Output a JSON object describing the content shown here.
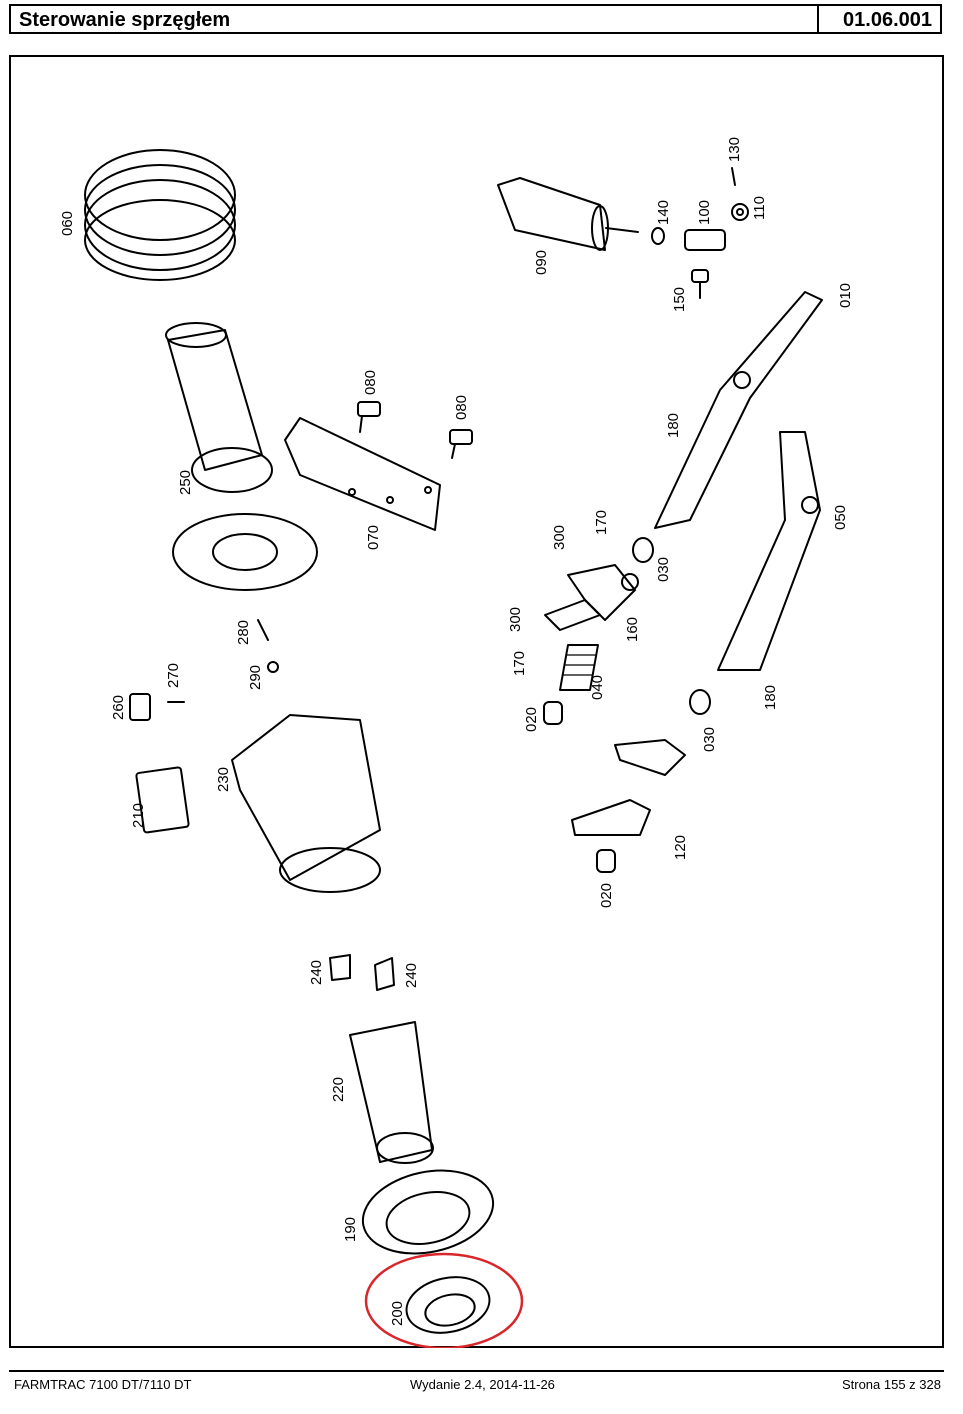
{
  "header": {
    "title": "Sterowanie sprzęgłem",
    "code": "01.06.001"
  },
  "parts": {
    "p010": "010",
    "p020a": "020",
    "p020b": "020",
    "p030a": "030",
    "p030b": "030",
    "p040": "040",
    "p050": "050",
    "p060": "060",
    "p070": "070",
    "p080a": "080",
    "p080b": "080",
    "p090": "090",
    "p100": "100",
    "p110": "110",
    "p120": "120",
    "p130": "130",
    "p140": "140",
    "p150": "150",
    "p160": "160",
    "p170a": "170",
    "p170b": "170",
    "p180a": "180",
    "p180b": "180",
    "p190": "190",
    "p200": "200",
    "p210": "210",
    "p220": "220",
    "p230": "230",
    "p240a": "240",
    "p240b": "240",
    "p250": "250",
    "p260": "260",
    "p270": "270",
    "p280": "280",
    "p290": "290",
    "p300a": "300",
    "p300b": "300"
  },
  "highlight_color": "#d9262b",
  "footer": {
    "model": "FARMTRAC 7100 DT/7110 DT",
    "edition": "Wydanie 2.4,  2014-11-26",
    "page": "Strona 155 z 328"
  }
}
